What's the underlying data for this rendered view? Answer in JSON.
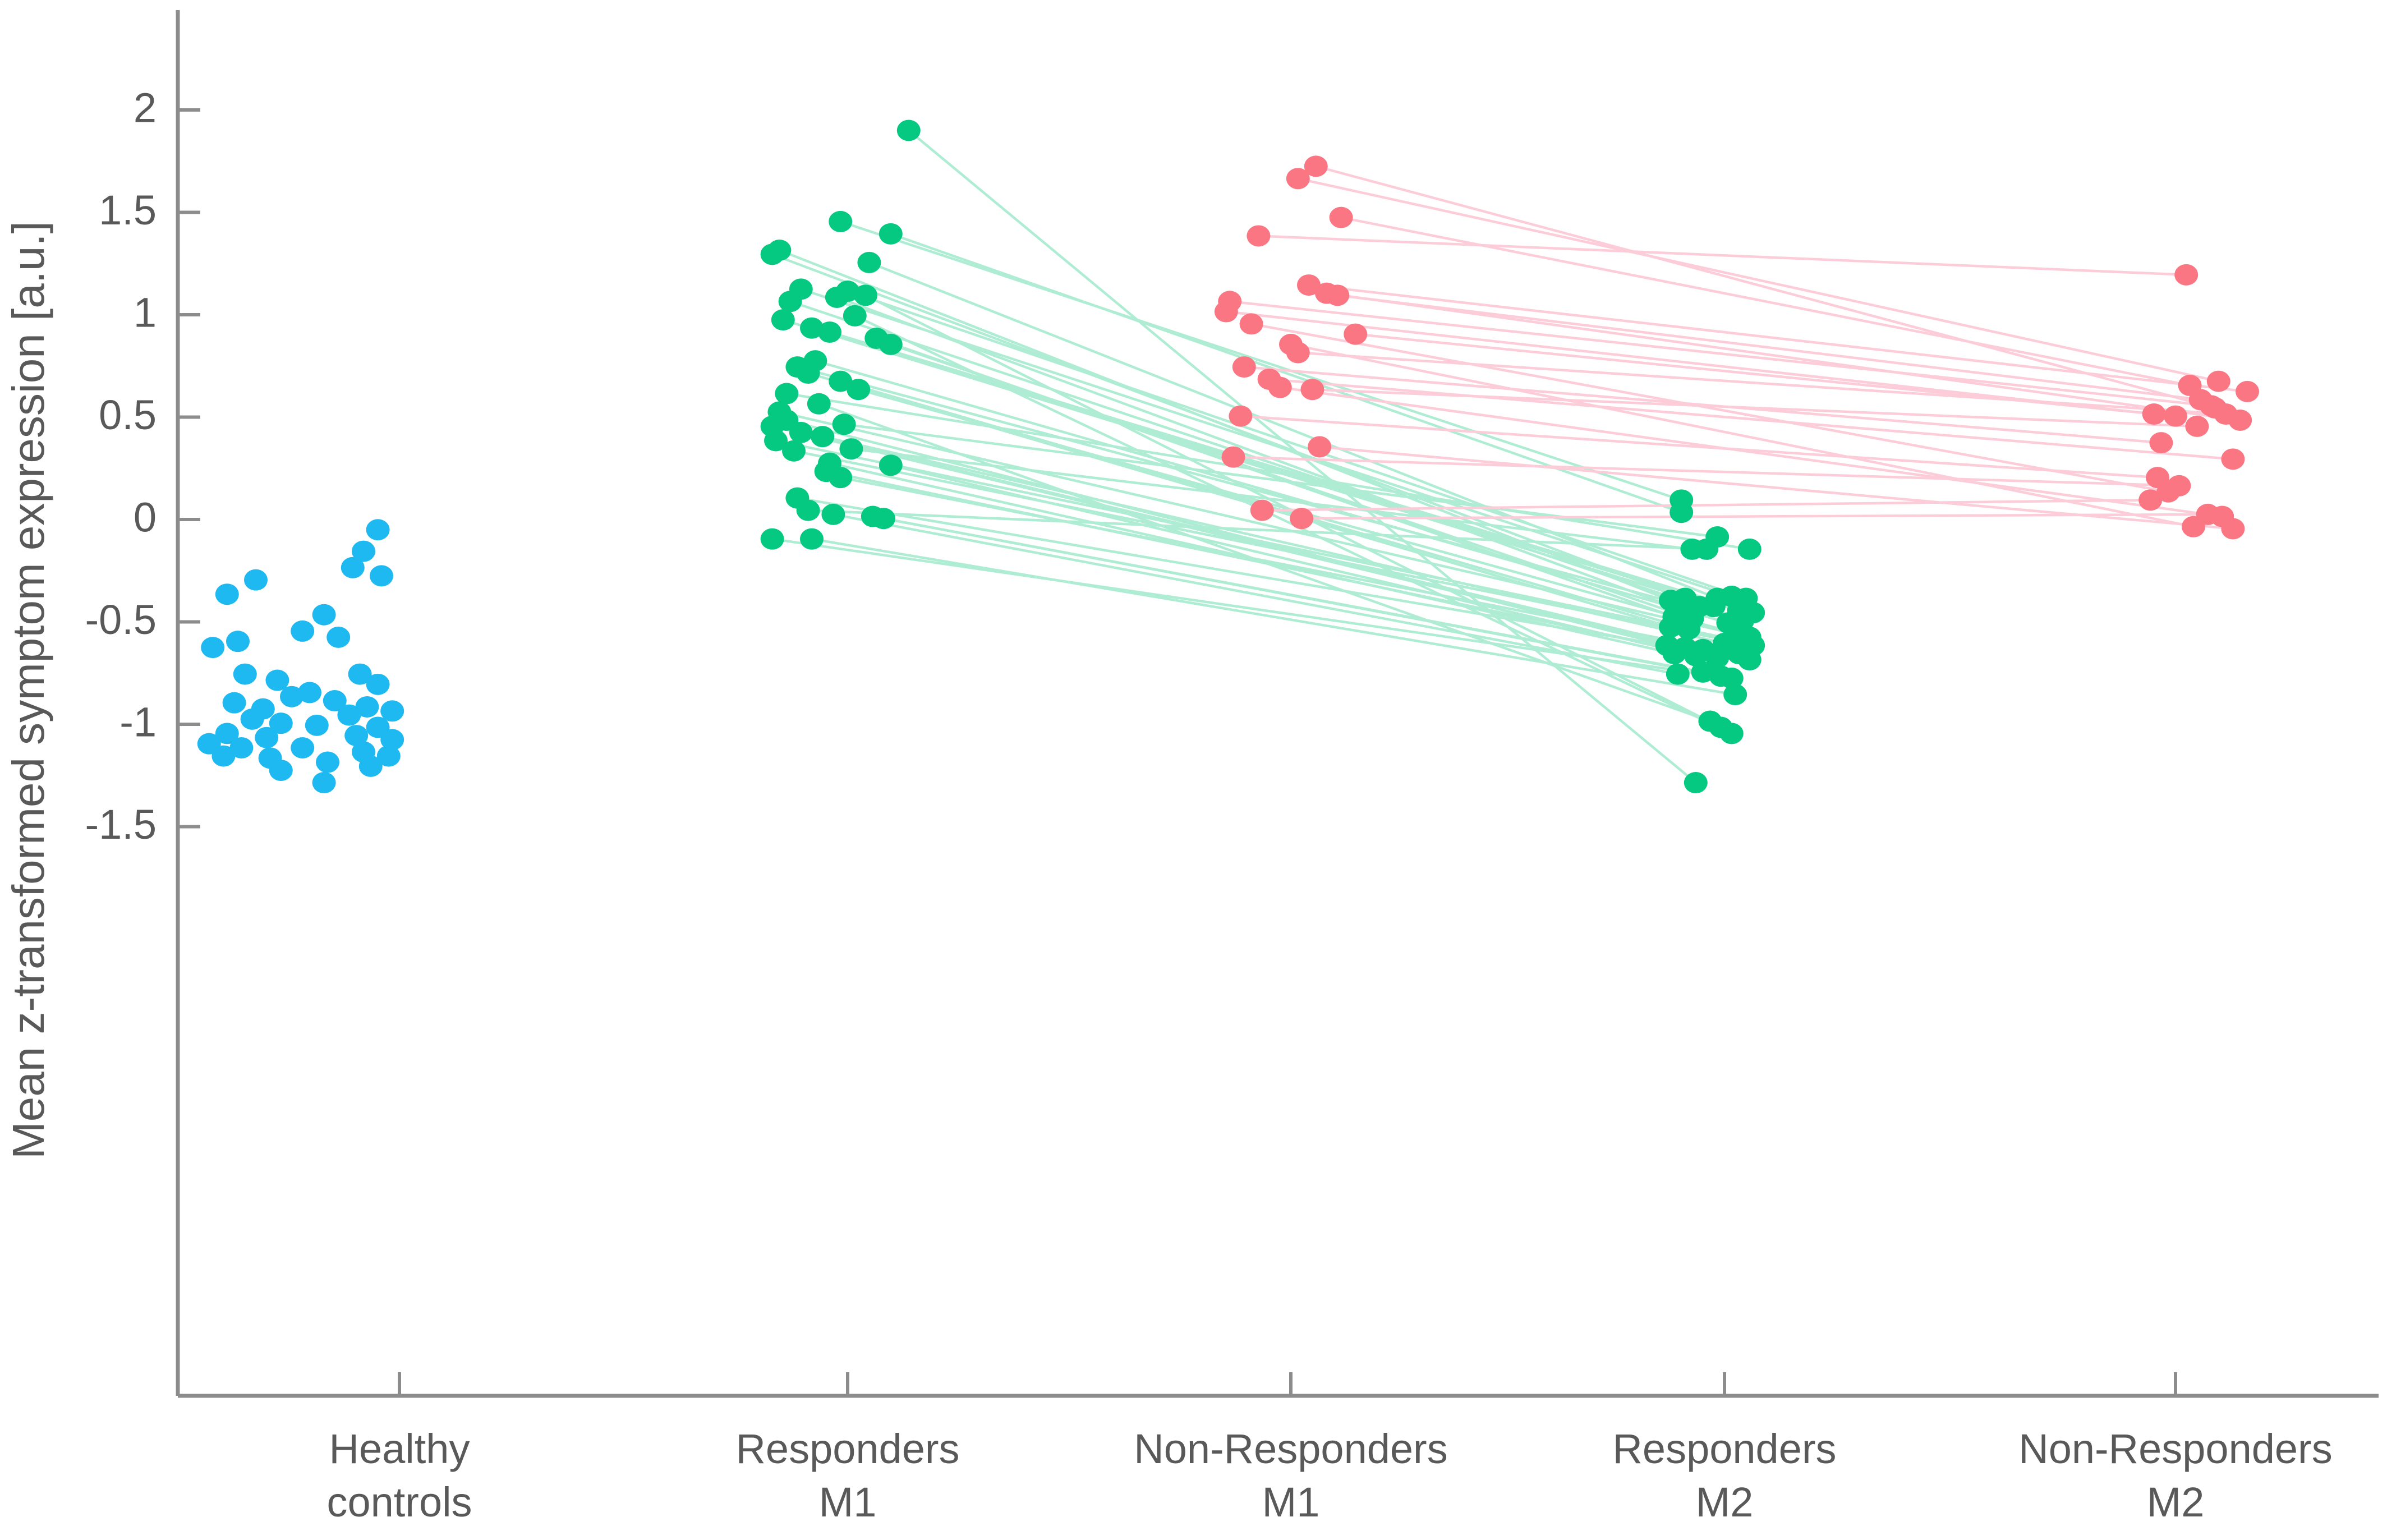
{
  "chart_data": {
    "type": "scatter",
    "title": "",
    "subtitle": "",
    "xlabel": "",
    "ylabel": "Mean z-transformed symptom expression [a.u.]",
    "grid": false,
    "legend": "none",
    "ylim": [
      -1.78,
      2.18
    ],
    "yticks": [
      2,
      1.5,
      1,
      0.5,
      0,
      -0.5,
      -1,
      -1.5
    ],
    "ytick_labels": [
      "2",
      "1.5",
      "1",
      "0.5",
      "0",
      "-0.5",
      "-1",
      "-1.5"
    ],
    "categories": [
      {
        "id": "hc",
        "label_line1": "Healthy",
        "label_line2": "controls",
        "color": "#1EB9F0",
        "link_color": "#bfe9fa"
      },
      {
        "id": "resp_m1",
        "label_line1": "Responders",
        "label_line2": "M1",
        "color": "#06C981",
        "link_color": "#aeecd3"
      },
      {
        "id": "nonresp_m1",
        "label_line1": "Non-Responders",
        "label_line2": "M1",
        "color": "#FB7683",
        "link_color": "#fcccd9"
      },
      {
        "id": "resp_m2",
        "label_line1": "Responders",
        "label_line2": "M2",
        "color": "#06C981",
        "link_color": "#aeecd3"
      },
      {
        "id": "nonresp_m2",
        "label_line1": "Non-Responders",
        "label_line2": "M2",
        "color": "#FB7683",
        "link_color": "#fcccd9"
      }
    ],
    "series": [
      {
        "name": "Healthy controls",
        "category": "hc",
        "color": "#1EB9F0",
        "n": 42,
        "points": [
          {
            "jx": -0.06,
            "y": -0.05
          },
          {
            "jx": -0.1,
            "y": -0.155
          },
          {
            "jx": -0.13,
            "y": -0.235
          },
          {
            "jx": -0.05,
            "y": -0.275
          },
          {
            "jx": -0.4,
            "y": -0.295
          },
          {
            "jx": -0.48,
            "y": -0.365
          },
          {
            "jx": -0.21,
            "y": -0.465
          },
          {
            "jx": -0.27,
            "y": -0.545
          },
          {
            "jx": -0.17,
            "y": -0.575
          },
          {
            "jx": -0.45,
            "y": -0.595
          },
          {
            "jx": -0.52,
            "y": -0.625
          },
          {
            "jx": -0.43,
            "y": -0.755
          },
          {
            "jx": -0.34,
            "y": -0.785
          },
          {
            "jx": -0.11,
            "y": -0.755
          },
          {
            "jx": -0.06,
            "y": -0.805
          },
          {
            "jx": -0.25,
            "y": -0.845
          },
          {
            "jx": -0.3,
            "y": -0.865
          },
          {
            "jx": -0.18,
            "y": -0.885
          },
          {
            "jx": -0.46,
            "y": -0.895
          },
          {
            "jx": -0.38,
            "y": -0.925
          },
          {
            "jx": -0.09,
            "y": -0.915
          },
          {
            "jx": -0.02,
            "y": -0.935
          },
          {
            "jx": -0.14,
            "y": -0.955
          },
          {
            "jx": -0.41,
            "y": -0.975
          },
          {
            "jx": -0.33,
            "y": -0.995
          },
          {
            "jx": -0.23,
            "y": -1.005
          },
          {
            "jx": -0.06,
            "y": -1.015
          },
          {
            "jx": -0.48,
            "y": -1.045
          },
          {
            "jx": -0.37,
            "y": -1.065
          },
          {
            "jx": -0.12,
            "y": -1.055
          },
          {
            "jx": -0.02,
            "y": -1.075
          },
          {
            "jx": -0.53,
            "y": -1.095
          },
          {
            "jx": -0.44,
            "y": -1.115
          },
          {
            "jx": -0.27,
            "y": -1.115
          },
          {
            "jx": -0.1,
            "y": -1.135
          },
          {
            "jx": -0.49,
            "y": -1.155
          },
          {
            "jx": -0.36,
            "y": -1.165
          },
          {
            "jx": -0.03,
            "y": -1.155
          },
          {
            "jx": -0.2,
            "y": -1.185
          },
          {
            "jx": -0.08,
            "y": -1.205
          },
          {
            "jx": -0.33,
            "y": -1.225
          },
          {
            "jx": -0.21,
            "y": -1.285
          }
        ]
      },
      {
        "name": "Responders M1",
        "category": "resp_m1",
        "color": "#06C981",
        "n": 44,
        "points": [
          {
            "jx": 0.17,
            "y": 1.9
          },
          {
            "jx": -0.02,
            "y": 1.455
          },
          {
            "jx": 0.12,
            "y": 1.395
          },
          {
            "jx": -0.19,
            "y": 1.315
          },
          {
            "jx": -0.21,
            "y": 1.295
          },
          {
            "jx": 0.06,
            "y": 1.255
          },
          {
            "jx": -0.13,
            "y": 1.125
          },
          {
            "jx": 0.0,
            "y": 1.115
          },
          {
            "jx": -0.03,
            "y": 1.085
          },
          {
            "jx": -0.16,
            "y": 1.065
          },
          {
            "jx": -0.18,
            "y": 0.975
          },
          {
            "jx": -0.1,
            "y": 0.935
          },
          {
            "jx": -0.05,
            "y": 0.915
          },
          {
            "jx": 0.08,
            "y": 0.885
          },
          {
            "jx": 0.12,
            "y": 0.855
          },
          {
            "jx": -0.09,
            "y": 0.775
          },
          {
            "jx": -0.14,
            "y": 0.745
          },
          {
            "jx": -0.11,
            "y": 0.715
          },
          {
            "jx": -0.02,
            "y": 0.675
          },
          {
            "jx": 0.03,
            "y": 0.635
          },
          {
            "jx": -0.19,
            "y": 0.525
          },
          {
            "jx": -0.17,
            "y": 0.485
          },
          {
            "jx": -0.21,
            "y": 0.455
          },
          {
            "jx": -0.13,
            "y": 0.425
          },
          {
            "jx": -0.07,
            "y": 0.405
          },
          {
            "jx": -0.2,
            "y": 0.385
          },
          {
            "jx": -0.15,
            "y": 0.335
          },
          {
            "jx": -0.05,
            "y": 0.275
          },
          {
            "jx": 0.12,
            "y": 0.265
          },
          {
            "jx": -0.06,
            "y": 0.235
          },
          {
            "jx": -0.02,
            "y": 0.205
          },
          {
            "jx": -0.14,
            "y": 0.105
          },
          {
            "jx": -0.04,
            "y": 0.025
          },
          {
            "jx": 0.07,
            "y": 0.015
          },
          {
            "jx": 0.1,
            "y": 0.005
          },
          {
            "jx": -0.21,
            "y": -0.095
          },
          {
            "jx": -0.1,
            "y": -0.095
          },
          {
            "jx": -0.08,
            "y": 0.565
          },
          {
            "jx": 0.05,
            "y": 1.095
          },
          {
            "jx": 0.02,
            "y": 0.995
          },
          {
            "jx": -0.01,
            "y": 0.465
          },
          {
            "jx": 0.01,
            "y": 0.345
          },
          {
            "jx": -0.11,
            "y": 0.045
          },
          {
            "jx": -0.17,
            "y": 0.615
          }
        ]
      },
      {
        "name": "Non-Responders M1",
        "category": "nonresp_m1",
        "color": "#FB7683",
        "n": 22,
        "points": [
          {
            "jx": 0.07,
            "y": 1.725
          },
          {
            "jx": 0.02,
            "y": 1.665
          },
          {
            "jx": 0.14,
            "y": 1.475
          },
          {
            "jx": -0.09,
            "y": 1.385
          },
          {
            "jx": 0.05,
            "y": 1.145
          },
          {
            "jx": 0.13,
            "y": 1.095
          },
          {
            "jx": -0.17,
            "y": 1.065
          },
          {
            "jx": -0.18,
            "y": 1.015
          },
          {
            "jx": 0.18,
            "y": 0.905
          },
          {
            "jx": 0.02,
            "y": 0.815
          },
          {
            "jx": -0.13,
            "y": 0.745
          },
          {
            "jx": -0.06,
            "y": 0.685
          },
          {
            "jx": 0.06,
            "y": 0.635
          },
          {
            "jx": -0.14,
            "y": 0.505
          },
          {
            "jx": -0.16,
            "y": 0.305
          },
          {
            "jx": -0.08,
            "y": 0.045
          },
          {
            "jx": 0.03,
            "y": 0.005
          },
          {
            "jx": 0.1,
            "y": 1.105
          },
          {
            "jx": -0.03,
            "y": 0.645
          },
          {
            "jx": 0.0,
            "y": 0.855
          },
          {
            "jx": -0.11,
            "y": 0.955
          },
          {
            "jx": 0.08,
            "y": 0.355
          }
        ]
      },
      {
        "name": "Responders M2",
        "category": "resp_m2",
        "color": "#06C981",
        "n": 44,
        "points": [
          {
            "jx": -0.12,
            "y": 0.095
          },
          {
            "jx": -0.12,
            "y": 0.035
          },
          {
            "jx": -0.02,
            "y": -0.085
          },
          {
            "jx": -0.09,
            "y": -0.145
          },
          {
            "jx": -0.05,
            "y": -0.145
          },
          {
            "jx": 0.07,
            "y": -0.145
          },
          {
            "jx": -0.15,
            "y": -0.395
          },
          {
            "jx": -0.11,
            "y": -0.385
          },
          {
            "jx": -0.02,
            "y": -0.385
          },
          {
            "jx": 0.02,
            "y": -0.375
          },
          {
            "jx": 0.06,
            "y": -0.385
          },
          {
            "jx": -0.13,
            "y": -0.435
          },
          {
            "jx": -0.07,
            "y": -0.425
          },
          {
            "jx": -0.03,
            "y": -0.425
          },
          {
            "jx": 0.04,
            "y": -0.445
          },
          {
            "jx": 0.08,
            "y": -0.455
          },
          {
            "jx": -0.14,
            "y": -0.475
          },
          {
            "jx": -0.09,
            "y": -0.485
          },
          {
            "jx": 0.01,
            "y": -0.505
          },
          {
            "jx": 0.05,
            "y": -0.495
          },
          {
            "jx": -0.15,
            "y": -0.525
          },
          {
            "jx": -0.1,
            "y": -0.535
          },
          {
            "jx": 0.03,
            "y": -0.555
          },
          {
            "jx": 0.07,
            "y": -0.575
          },
          {
            "jx": -0.16,
            "y": -0.615
          },
          {
            "jx": -0.11,
            "y": -0.625
          },
          {
            "jx": -0.06,
            "y": -0.635
          },
          {
            "jx": 0.0,
            "y": -0.605
          },
          {
            "jx": 0.05,
            "y": -0.595
          },
          {
            "jx": 0.08,
            "y": -0.615
          },
          {
            "jx": -0.14,
            "y": -0.655
          },
          {
            "jx": -0.08,
            "y": -0.665
          },
          {
            "jx": -0.02,
            "y": -0.675
          },
          {
            "jx": 0.04,
            "y": -0.655
          },
          {
            "jx": 0.07,
            "y": -0.685
          },
          {
            "jx": -0.13,
            "y": -0.755
          },
          {
            "jx": -0.06,
            "y": -0.745
          },
          {
            "jx": -0.01,
            "y": -0.765
          },
          {
            "jx": 0.02,
            "y": -0.775
          },
          {
            "jx": 0.03,
            "y": -0.855
          },
          {
            "jx": -0.04,
            "y": -0.985
          },
          {
            "jx": -0.01,
            "y": -1.015
          },
          {
            "jx": 0.02,
            "y": -1.045
          },
          {
            "jx": -0.08,
            "y": -1.285
          }
        ]
      },
      {
        "name": "Non-Responders M2",
        "category": "nonresp_m2",
        "color": "#FB7683",
        "n": 22,
        "points": [
          {
            "jx": 0.03,
            "y": 1.195
          },
          {
            "jx": 0.12,
            "y": 0.675
          },
          {
            "jx": 0.04,
            "y": 0.655
          },
          {
            "jx": 0.2,
            "y": 0.625
          },
          {
            "jx": 0.07,
            "y": 0.585
          },
          {
            "jx": 0.1,
            "y": 0.555
          },
          {
            "jx": -0.06,
            "y": 0.515
          },
          {
            "jx": 0.0,
            "y": 0.505
          },
          {
            "jx": 0.14,
            "y": 0.515
          },
          {
            "jx": -0.04,
            "y": 0.375
          },
          {
            "jx": 0.16,
            "y": 0.295
          },
          {
            "jx": -0.05,
            "y": 0.205
          },
          {
            "jx": 0.01,
            "y": 0.165
          },
          {
            "jx": -0.07,
            "y": 0.095
          },
          {
            "jx": 0.09,
            "y": 0.025
          },
          {
            "jx": 0.13,
            "y": 0.015
          },
          {
            "jx": 0.05,
            "y": -0.035
          },
          {
            "jx": 0.16,
            "y": -0.045
          },
          {
            "jx": 0.11,
            "y": 0.545
          },
          {
            "jx": -0.02,
            "y": 0.135
          },
          {
            "jx": 0.06,
            "y": 0.455
          },
          {
            "jx": 0.18,
            "y": 0.485
          }
        ]
      }
    ],
    "links": {
      "responders_m1_to_m2": [
        [
          0,
          43
        ],
        [
          1,
          0
        ],
        [
          2,
          1
        ],
        [
          3,
          6
        ],
        [
          4,
          7
        ],
        [
          5,
          8
        ],
        [
          6,
          9
        ],
        [
          7,
          10
        ],
        [
          8,
          11
        ],
        [
          9,
          12
        ],
        [
          10,
          13
        ],
        [
          11,
          14
        ],
        [
          12,
          15
        ],
        [
          13,
          16
        ],
        [
          14,
          17
        ],
        [
          15,
          18
        ],
        [
          16,
          19
        ],
        [
          17,
          20
        ],
        [
          18,
          21
        ],
        [
          19,
          22
        ],
        [
          20,
          23
        ],
        [
          21,
          24
        ],
        [
          22,
          25
        ],
        [
          23,
          26
        ],
        [
          24,
          27
        ],
        [
          25,
          28
        ],
        [
          26,
          29
        ],
        [
          27,
          30
        ],
        [
          28,
          31
        ],
        [
          29,
          32
        ],
        [
          30,
          33
        ],
        [
          31,
          34
        ],
        [
          32,
          35
        ],
        [
          33,
          36
        ],
        [
          34,
          37
        ],
        [
          35,
          38
        ],
        [
          36,
          39
        ],
        [
          37,
          40
        ],
        [
          38,
          41
        ],
        [
          39,
          42
        ],
        [
          40,
          2
        ],
        [
          41,
          3
        ],
        [
          42,
          4
        ],
        [
          43,
          5
        ]
      ],
      "nonresponders_m1_to_m2": [
        [
          0,
          18
        ],
        [
          1,
          1
        ],
        [
          2,
          2
        ],
        [
          3,
          0
        ],
        [
          4,
          3
        ],
        [
          5,
          4
        ],
        [
          6,
          5
        ],
        [
          7,
          6
        ],
        [
          8,
          7
        ],
        [
          9,
          8
        ],
        [
          10,
          9
        ],
        [
          11,
          10
        ],
        [
          12,
          20
        ],
        [
          13,
          11
        ],
        [
          14,
          12
        ],
        [
          15,
          13
        ],
        [
          16,
          14
        ],
        [
          17,
          21
        ],
        [
          18,
          15
        ],
        [
          19,
          16
        ],
        [
          20,
          19
        ],
        [
          21,
          17
        ]
      ]
    }
  },
  "axes": {
    "y_axis_label": "Mean z-transformed symptom expression [a.u.]",
    "y_tick_labels": [
      "2",
      "1.5",
      "1",
      "0.5",
      "0",
      "-0.5",
      "-1",
      "-1.5"
    ],
    "x_tick_labels": [
      {
        "line1": "Healthy",
        "line2": "controls"
      },
      {
        "line1": "Responders",
        "line2": "M1"
      },
      {
        "line1": "Non-Responders",
        "line2": "M1"
      },
      {
        "line1": "Responders",
        "line2": "M2"
      },
      {
        "line1": "Non-Responders",
        "line2": "M2"
      }
    ]
  },
  "colors": {
    "healthy": "#1EB9F0",
    "responders": "#06C981",
    "nonresponders": "#FB7683",
    "responder_link": "#aeecd3",
    "nonresponder_link": "#fcccd9",
    "axis": "#8c8c8c",
    "text": "#595959",
    "background": "#ffffff"
  }
}
